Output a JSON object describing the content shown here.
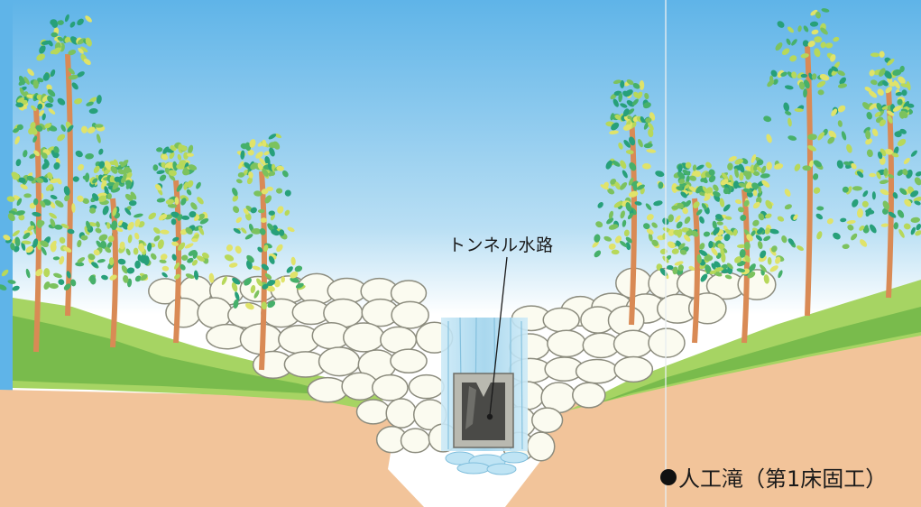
{
  "labels": {
    "tunnel": "トンネル水路",
    "caption": "人工滝（第1床固工）"
  },
  "colors": {
    "sky_top": "#5fb4e8",
    "sky_bottom": "#ffffff",
    "soil": "#f2c49a",
    "grass": "#9ccf58",
    "grass_dark": "#6cb34a",
    "stone_fill": "#fbfbf0",
    "stone_stroke": "#8c8c7e",
    "water": "#a9d8ee",
    "trunk": "#d98a55"
  },
  "icons": {
    "bullet": "black-circle-bullet"
  }
}
